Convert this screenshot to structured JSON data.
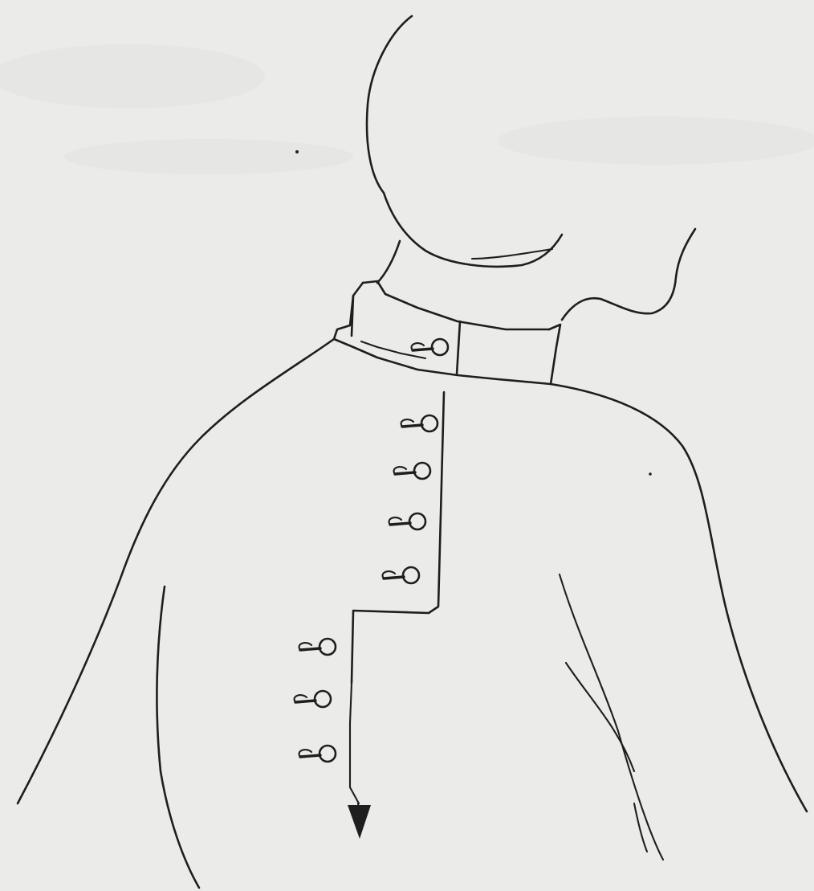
{
  "figure": {
    "subject": "collar-and-back-closure-sketch",
    "colors": {
      "paper": "#ebebea",
      "ink": "#1e1e1e"
    },
    "icons": {
      "hook_fastener": "hook-and-eye-icon",
      "direction_arrow": "arrow-down-icon"
    },
    "collar_fastener_count": 1,
    "upper_placket_fastener_count": 4,
    "lower_opening_fastener_count": 3
  }
}
